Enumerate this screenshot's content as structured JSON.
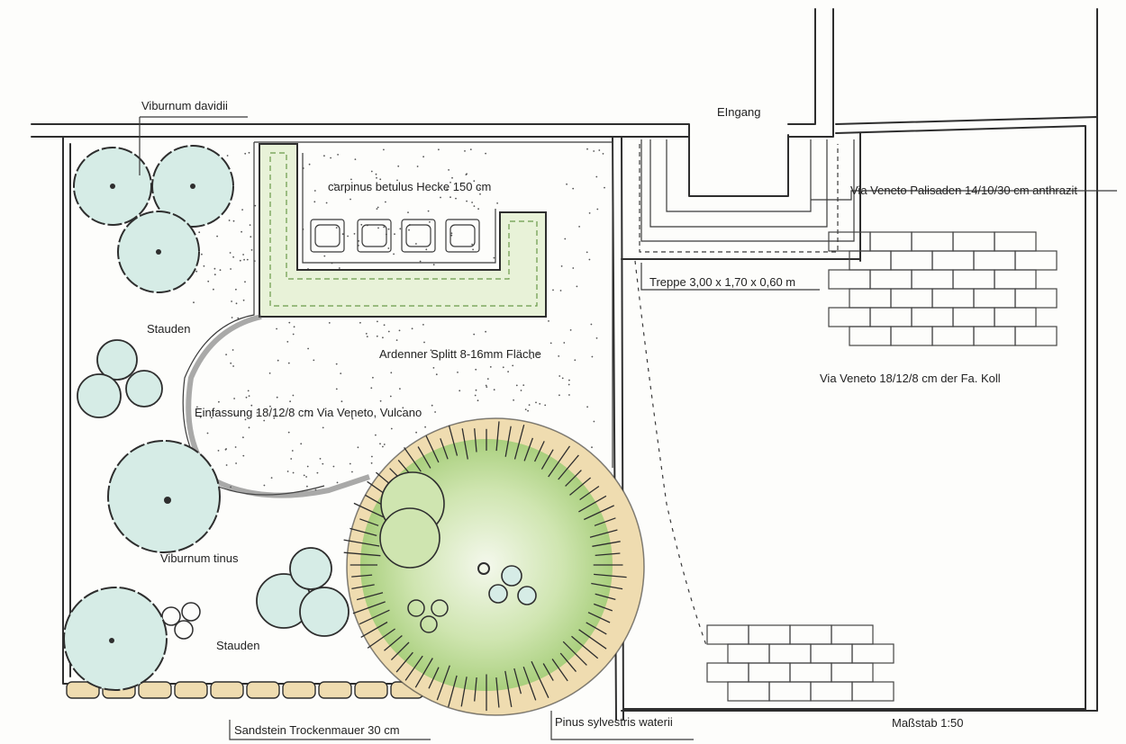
{
  "labels": {
    "entrance": "EIngang",
    "viburnum_davidii": "Viburnum davidii",
    "hedge": "carpinus betulus Hecke 150 cm",
    "palisades": "Via Veneto Palisaden 14/10/30 cm anthrazit",
    "stairs": "Treppe 3,00 x 1,70 x 0,60 m",
    "perennials_top": "Stauden",
    "gravel": "Ardenner Splitt 8-16mm Fläche",
    "edging": "Einfassung 18/12/8 cm Via Veneto, Vulcano",
    "paving": "Via Veneto 18/12/8 cm der Fa. Koll",
    "viburnum_tinus": "Viburnum tinus",
    "perennials_bottom": "Stauden",
    "wall": "Sandstein Trockenmauer 30 cm",
    "pine": "Pinus sylvestris waterii",
    "scale": "Maßstab 1:50"
  },
  "colors": {
    "ink": "#2e2e2e",
    "shrub_fill": "#d6ece6",
    "green": "#a9cf7d",
    "light_green": "#cfe5b0",
    "sandstone": "#efdcb0",
    "gravel_dot": "#555555",
    "paper": "#fdfdfb"
  }
}
